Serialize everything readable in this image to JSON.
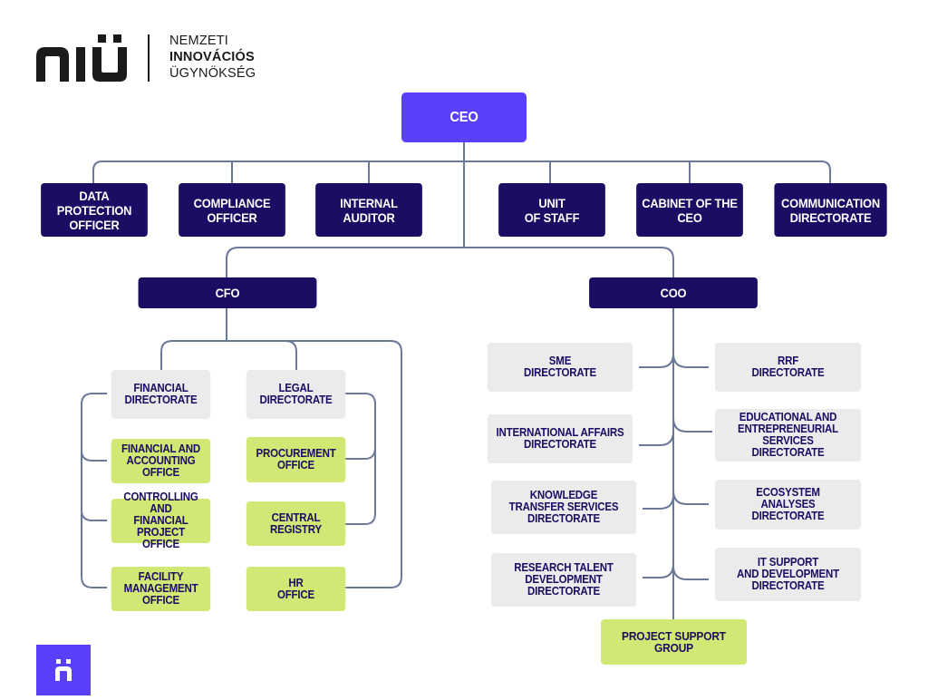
{
  "brand": {
    "logo_mark": "NIÜ",
    "name_lines": [
      "NEMZETI",
      "INNOVÁCIÓS",
      "ÜGYNÖKSÉG"
    ],
    "colors": {
      "purple": "#5a40fa",
      "navy": "#1c0c63",
      "grey": "#ebebeb",
      "lime": "#d2e874",
      "connector": "#6a7899"
    }
  },
  "org": {
    "ceo": "CEO",
    "ceo_staff": [
      "DATA PROTECTION\nOFFICER",
      "COMPLIANCE\nOFFICER",
      "INTERNAL\nAUDITOR",
      "UNIT\nOF STAFF",
      "CABINET OF THE\nCEO",
      "COMMUNICATION\nDIRECTORATE"
    ],
    "cfo": {
      "title": "CFO",
      "financial_directorate": {
        "title": "FINANCIAL\nDIRECTORATE",
        "offices": [
          "FINANCIAL AND\nACCOUNTING OFFICE",
          "CONTROLLING AND\nFINANCIAL PROJECT\nOFFICE",
          "FACILITY\nMANAGEMENT\nOFFICE"
        ]
      },
      "legal_directorate": {
        "title": "LEGAL\nDIRECTORATE",
        "offices": [
          "PROCUREMENT\nOFFICE",
          "CENTRAL\nREGISTRY"
        ]
      },
      "hr_office": "HR\nOFFICE"
    },
    "coo": {
      "title": "COO",
      "left_directorates": [
        "SME\nDIRECTORATE",
        "INTERNATIONAL AFFAIRS\nDIRECTORATE",
        "KNOWLEDGE\nTRANSFER SERVICES\nDIRECTORATE",
        "RESEARCH TALENT\nDEVELOPMENT\nDIRECTORATE"
      ],
      "right_directorates": [
        "RRF\nDIRECTORATE",
        "EDUCATIONAL AND\nENTREPRENEURIAL SERVICES\nDIRECTORATE",
        "ECOSYSTEM\nANALYSES\nDIRECTORATE",
        "IT SUPPORT\nAND DEVELOPMENT\nDIRECTORATE"
      ],
      "project_support_group": "PROJECT SUPPORT GROUP"
    }
  }
}
